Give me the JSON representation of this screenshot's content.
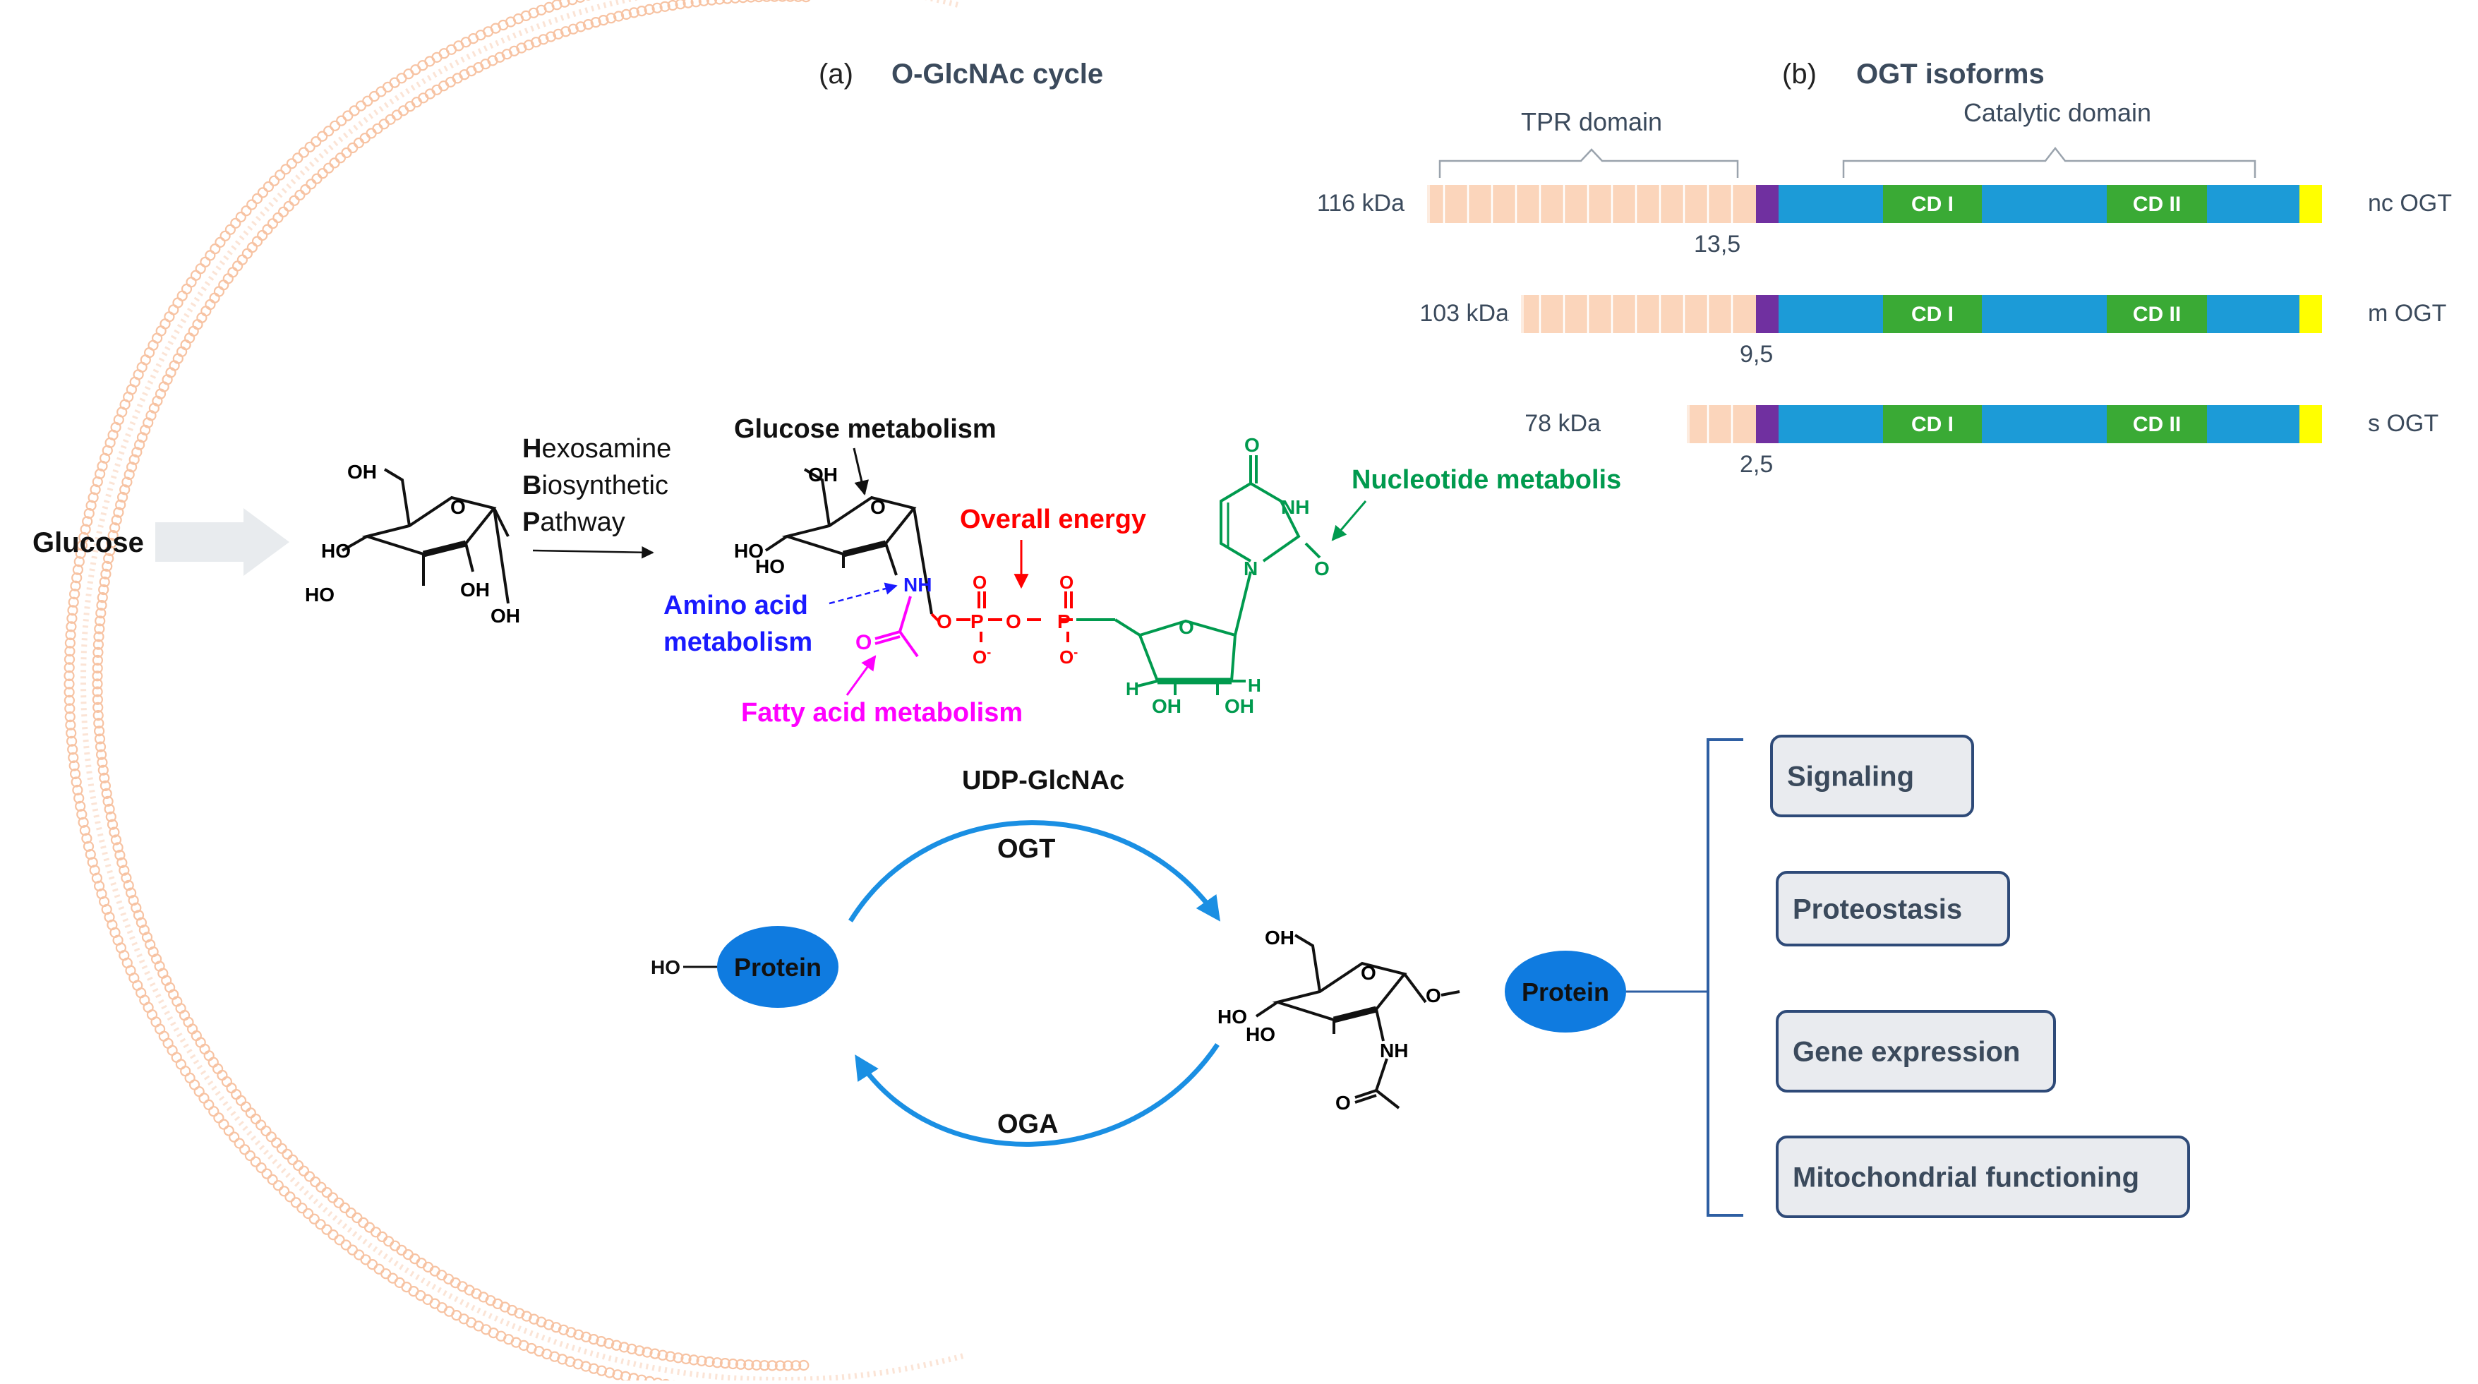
{
  "panel_a": {
    "letter": "(a)",
    "title": "O-GlcNAc cycle"
  },
  "panel_b": {
    "letter": "(b)",
    "title": "OGT isoforms"
  },
  "glucose_label": "Glucose",
  "pathway": {
    "h": "H",
    "h_rest": "exosamine",
    "b": "B",
    "b_rest": "iosynthetic",
    "p": "P",
    "p_rest": "athway"
  },
  "metabolism": {
    "glucose": "Glucose metabolism",
    "energy": "Overall energy",
    "nucleotide": "Nucleotide metabolis",
    "amino_1": "Amino acid",
    "amino_2": "metabolism",
    "fatty": "Fatty acid metabolism"
  },
  "cycle": {
    "udp": "UDP-GlcNAc",
    "ogt": "OGT",
    "oga": "OGA",
    "protein": "Protein"
  },
  "functions": [
    "Signaling",
    "Proteostasis",
    "Gene expression",
    "Mitochondrial functioning"
  ],
  "domains": {
    "tpr": "TPR domain",
    "catalytic": "Catalytic domain",
    "cd1": "CD I",
    "cd2": "CD II"
  },
  "isoforms": [
    {
      "mass": "116 kDa",
      "name": "nc OGT",
      "tpr_label": "13,5"
    },
    {
      "mass": "103 kDa",
      "name": "m OGT",
      "tpr_label": "9,5"
    },
    {
      "mass": "78 kDa",
      "name": "s OGT",
      "tpr_label": "2,5"
    }
  ],
  "chem": {
    "oh": "OH",
    "ho": "HO",
    "o": "O",
    "nh": "NH",
    "n": "N",
    "p": "P",
    "h": "H",
    "o_minus": "O",
    "minus": "-"
  },
  "colors": {
    "tpr": "#fbd5bb",
    "linker": "#7030a0",
    "catalytic": "#1c9bd7",
    "cd": "#3aaa35",
    "end": "#ffff00",
    "membrane": "#f7c3a3",
    "cycle_arrow": "#1a8fe3",
    "protein": "#0f7be0",
    "red": "#ff0000",
    "green": "#009a4e",
    "blue": "#1a1aff",
    "magenta": "#ff00ff",
    "box_fill": "#e9ebef",
    "box_border": "#2e4a78",
    "text_dark": "#3b4a5c"
  }
}
